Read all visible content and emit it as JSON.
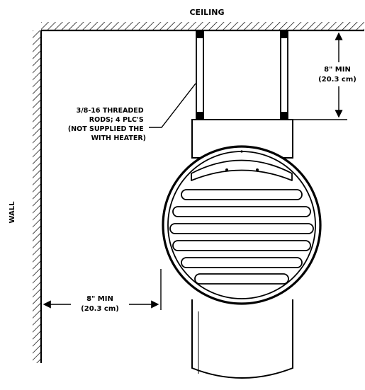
{
  "labels": {
    "ceiling": "CEILING",
    "wall": "WALL",
    "rod_callout": [
      "3/8-16 THREADED",
      "RODS; 4 PLC'S",
      "(NOT SUPPLIED THE",
      "WITH HEATER)"
    ],
    "ceiling_clearance": [
      "8\" MIN",
      "(20.3 cm)"
    ],
    "wall_clearance": [
      "8\" MIN",
      "(20.3 cm)"
    ]
  },
  "colors": {
    "ink": "#000000",
    "paper": "#ffffff"
  }
}
